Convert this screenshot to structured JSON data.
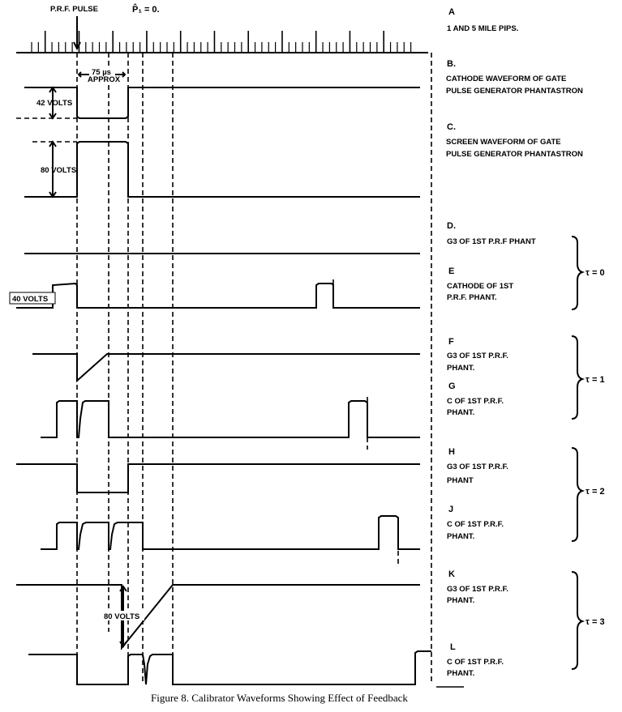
{
  "top": {
    "prf_pulse": "P.R.F. PULSE",
    "p1": "P̂₁ = 0."
  },
  "annotations": {
    "gate_width": "75 µs",
    "approx": "APPROX",
    "v42": "42 VOLTS",
    "v80a": "80 VOLTS",
    "v40": "40 VOLTS",
    "v80b": "80 VOLTS"
  },
  "labels": {
    "A": {
      "letter": "A",
      "l1": "1 AND 5 MILE PIPS."
    },
    "B": {
      "letter": "B.",
      "l1": "CATHODE  WAVEFORM OF GATE",
      "l2": "PULSE GENERATOR PHANTASTRON"
    },
    "C": {
      "letter": "C.",
      "l1": "SCREEN  WAVEFORM OF GATE",
      "l2": "PULSE GENERATOR PHANTASTRON"
    },
    "D": {
      "letter": "D.",
      "l1": "G3 OF 1ST P.R.F  PHANT"
    },
    "E": {
      "letter": "E",
      "l1": "CATHODE  OF  1ST",
      "l2": "P.R.F.  PHANT."
    },
    "F": {
      "letter": "F",
      "l1": "G3 OF 1ST  P.R.F.",
      "l2": "PHANT."
    },
    "G": {
      "letter": "G",
      "l1": "C OF 1ST  P.R.F.",
      "l2": "PHANT."
    },
    "H": {
      "letter": "H",
      "l1": "G3 OF  1ST P.R.F.",
      "l2": "PHANT"
    },
    "J": {
      "letter": "J",
      "l1": "C OF  1ST  P.R.F.",
      "l2": "PHANT."
    },
    "K": {
      "letter": "K",
      "l1": "G3  OF  1ST P.R.F.",
      "l2": "PHANT."
    },
    "L": {
      "letter": "L",
      "l1": "C OF  1ST  P.R.F.",
      "l2": "PHANT."
    }
  },
  "groups": [
    "τ = 0",
    "τ = 1",
    "τ = 2",
    "τ = 3"
  ],
  "caption": "Figure 8. Calibrator Waveforms Showing Effect of Feedback"
}
